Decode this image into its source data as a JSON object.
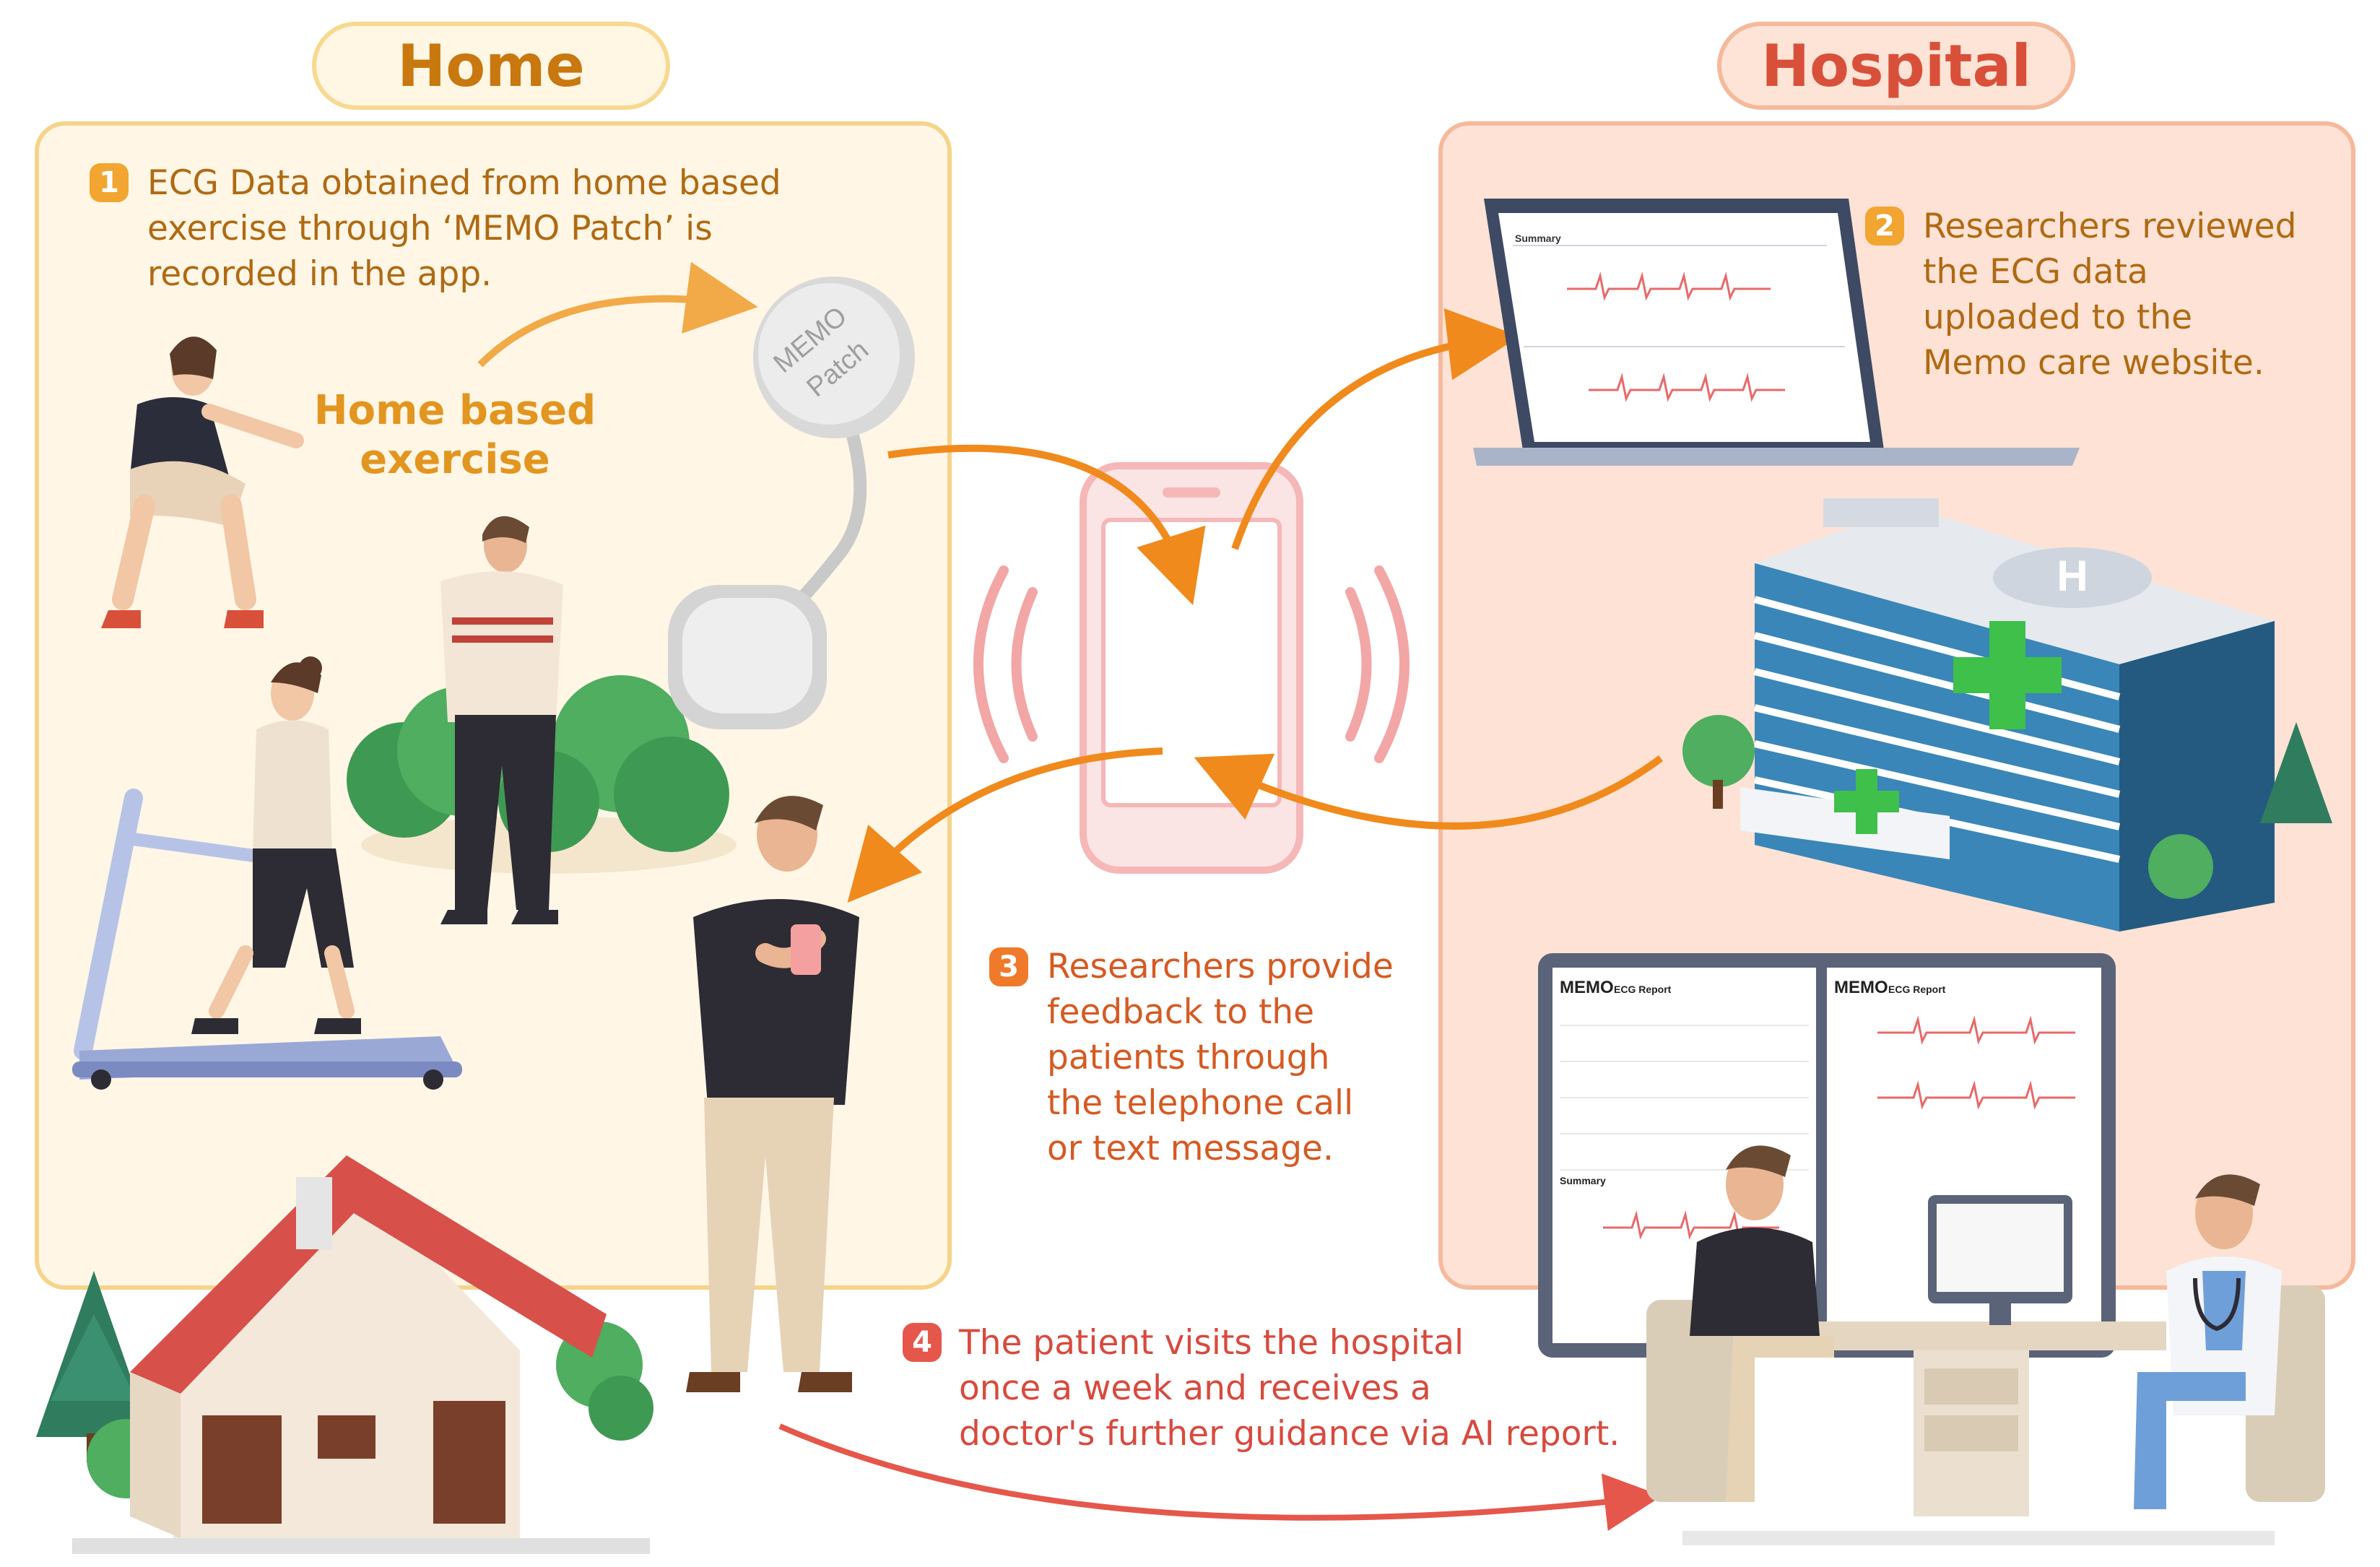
{
  "sections": {
    "home_title": "Home",
    "hospital_title": "Hospital"
  },
  "steps": [
    {
      "number": "1",
      "lines": [
        "ECG Data obtained from home based",
        "exercise through ‘MEMO Patch’ is",
        "recorded in the app."
      ]
    },
    {
      "number": "2",
      "lines": [
        "Researchers reviewed",
        "the ECG data",
        "uploaded to the",
        "Memo care website."
      ]
    },
    {
      "number": "3",
      "lines": [
        "Researchers provide",
        "feedback to the",
        "patients through",
        "the telephone call",
        "or text message."
      ]
    },
    {
      "number": "4",
      "lines": [
        "The patient visits the hospital",
        "once a week and receives a",
        "doctor's further guidance via AI report."
      ]
    }
  ],
  "exercise_label": [
    "Home based",
    "exercise"
  ],
  "patch_label": [
    "MEMO",
    "Patch"
  ],
  "report": {
    "brand": "MEMO",
    "title": "ECG Report",
    "summary_label": "Summary"
  },
  "colors": {
    "home_panel": "#fff6e6",
    "home_border": "#f5d48a",
    "home_text": "#c8780f",
    "hospital_panel": "#fde2d5",
    "hospital_border": "#f6b99c",
    "hospital_text": "#d9503a",
    "arrow_orange": "#f08a1c",
    "arrow_red": "#e5574b"
  }
}
